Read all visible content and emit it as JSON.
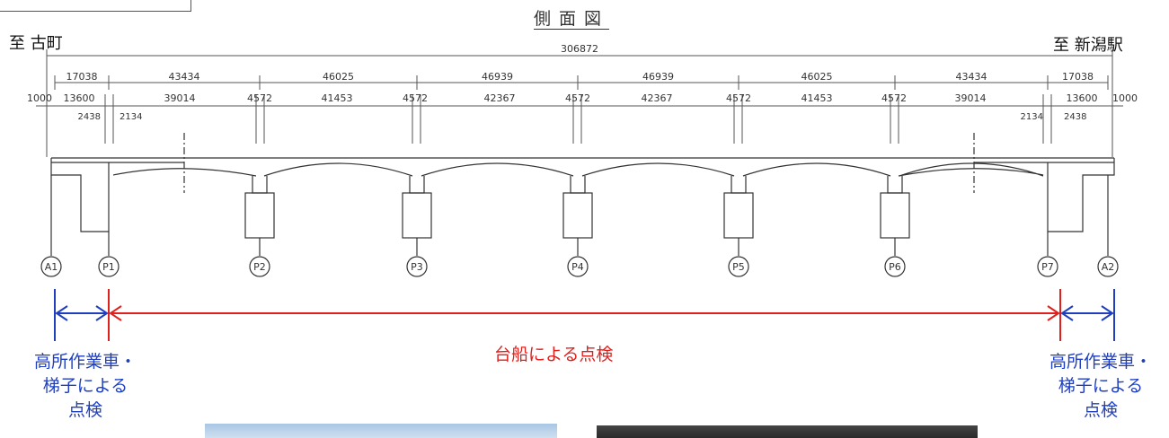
{
  "title": "側面図",
  "direction_left": "至 古町",
  "direction_right": "至 新潟駅",
  "total_length": "306872",
  "dimension_row1": [
    "17038",
    "43434",
    "46025",
    "46939",
    "46939",
    "46025",
    "43434",
    "17038"
  ],
  "dimension_row2": [
    "1000",
    "13600",
    "39014",
    "4572",
    "41453",
    "4572",
    "42367",
    "4572",
    "42367",
    "4572",
    "41453",
    "4572",
    "39014",
    "13600",
    "1000"
  ],
  "dimension_sub": [
    "2438",
    "2134",
    "2134",
    "2438"
  ],
  "supports": [
    "A1",
    "P1",
    "P2",
    "P3",
    "P4",
    "P5",
    "P6",
    "P7",
    "A2"
  ],
  "inspection_ends": "高所作業車・\n梯子による\n点検",
  "inspection_center": "台船による点検",
  "colors": {
    "blue": "#1f3fbf",
    "red": "#e0201c",
    "drawing": "#333333"
  }
}
